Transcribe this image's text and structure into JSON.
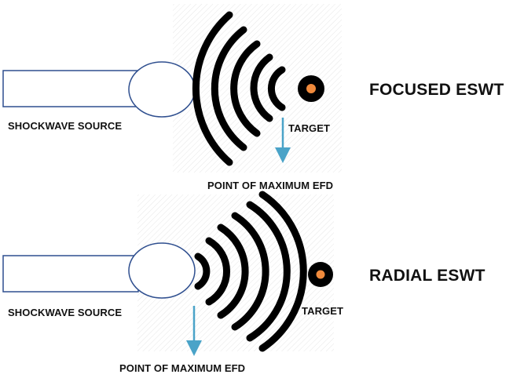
{
  "focused": {
    "title": "FOCUSED ESWT",
    "source_label": "SHOCKWAVE SOURCE",
    "target_label": "TARGET",
    "efd_label": "POINT OF MAXIMUM EFD"
  },
  "radial": {
    "title": "RADIAL ESWT",
    "source_label": "SHOCKWAVE SOURCE",
    "target_label": "TARGET",
    "efd_label": "POINT OF MAXIMUM EFD"
  },
  "colors": {
    "outline": "#2f4f8f",
    "wave": "#000000",
    "target_core": "#f08a3c",
    "arrow": "#4aa3c8",
    "hatch": "#e6e6e6"
  }
}
